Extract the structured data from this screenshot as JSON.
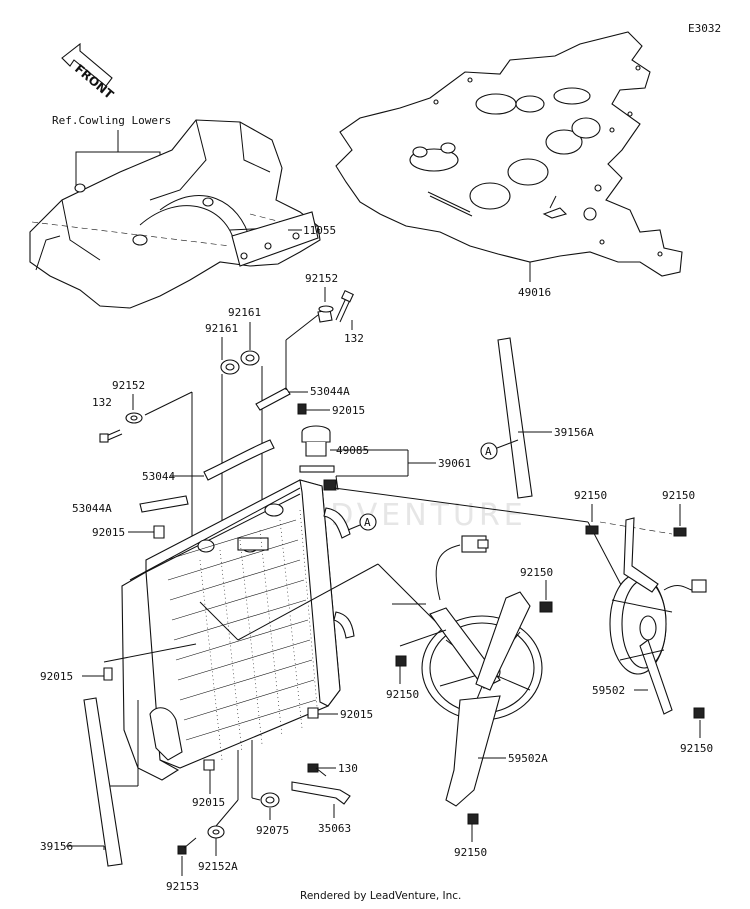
{
  "diagram": {
    "code": "E3032",
    "front_label": "FRONT",
    "ref_note": "Ref.Cowling Lowers",
    "watermark": "LEADVENTURE",
    "footer": "Rendered by LeadVenture, Inc.",
    "callout": "A",
    "parts": {
      "p11055": "11055",
      "p49016": "49016",
      "p92152a": "92152",
      "p132a": "132",
      "p92161a": "92161",
      "p92161b": "92161",
      "p92152b": "92152",
      "p132b": "132",
      "p53044A_a": "53044A",
      "p92015a": "92015",
      "p39156A": "39156A",
      "p49085": "49085",
      "p39061": "39061",
      "p53044": "53044",
      "p53044A_b": "53044A",
      "p92015b": "92015",
      "p92150a": "92150",
      "p92150b": "92150",
      "p92150c": "92150",
      "p92015c": "92015",
      "p92150d": "92150",
      "p59502": "59502",
      "p92015d": "92015",
      "p92150e": "92150",
      "p59502A": "59502A",
      "p130": "130",
      "p92015e": "92015",
      "p92075": "92075",
      "p35063": "35063",
      "p39156": "39156",
      "p92152A": "92152A",
      "p92150f": "92150",
      "p92153": "92153"
    }
  }
}
